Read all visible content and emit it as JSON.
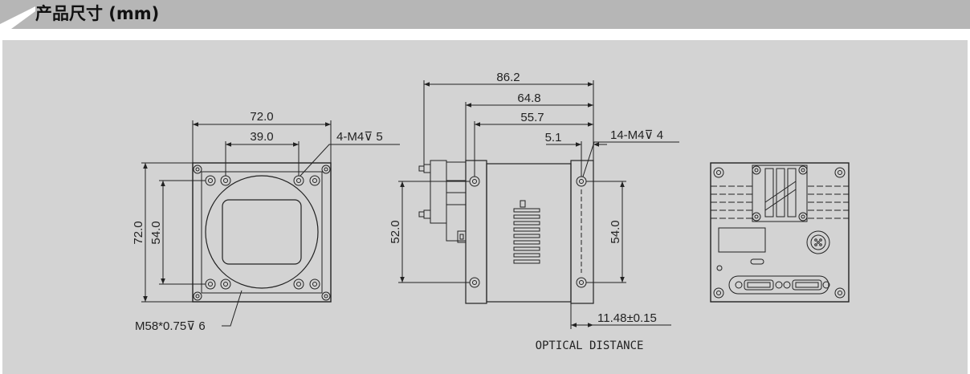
{
  "header": {
    "title": "产品尺寸 (mm)"
  },
  "front_view": {
    "width": "72.0",
    "hole_spacing": "39.0",
    "mount_holes": "4-M4",
    "mount_depth": "5",
    "height": "72.0",
    "hole_height": "54.0",
    "lens_mount": "M58*0.75",
    "lens_depth": "6"
  },
  "side_view": {
    "total_length": "86.2",
    "body_length": "64.8",
    "hole_pos": "55.7",
    "hole_offset": "5.1",
    "side_holes": "14-M4",
    "side_depth": "4",
    "height_left": "52.0",
    "height_right": "54.0",
    "optical_distance_value": "11.48",
    "optical_tolerance": "0.15",
    "optical_label": "OPTICAL DISTANCE"
  }
}
